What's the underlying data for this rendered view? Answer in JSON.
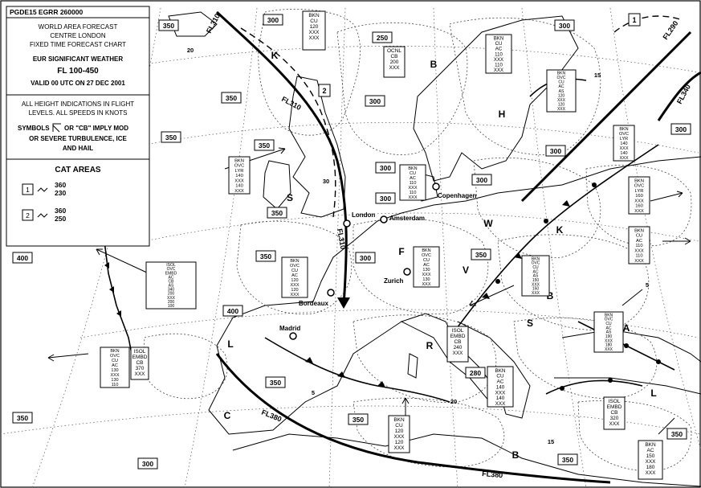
{
  "header": {
    "id": "PGDE15 EGRR 260000",
    "line1": "WORLD AREA FORECAST",
    "line2": "CENTRE LONDON",
    "line3": "FIXED TIME FORECAST CHART",
    "line4": "EUR SIGNIFICANT WEATHER",
    "line5": "FL 100-450",
    "line6": "VALID 00 UTC ON 27 DEC 2001"
  },
  "notes": {
    "n1": "ALL HEIGHT INDICATIONS IN FLIGHT",
    "n2": "LEVELS. ALL SPEEDS IN KNOTS",
    "s1": "SYMBOLS",
    "s2": "OR \"CB\" IMPLY MOD",
    "s3": "OR SEVERE TURBULENCE, ICE",
    "s4": "AND HAIL"
  },
  "cat": {
    "title": "CAT AREAS",
    "a1_id": "1",
    "a1_top": "360",
    "a1_bot": "230",
    "a2_id": "2",
    "a2_top": "360",
    "a2_bot": "250"
  },
  "tropopause": [
    "350",
    "300",
    "250",
    "300",
    "300",
    "350",
    "350",
    "350",
    "350",
    "300",
    "300",
    "300",
    "300",
    "300",
    "350",
    "300",
    "350",
    "400",
    "400",
    "350",
    "300",
    "350",
    "350",
    "350",
    "350",
    "280"
  ],
  "cat_markers": [
    "1",
    "2"
  ],
  "cities": {
    "london": "London",
    "amsterdam": "Amsterdam",
    "copenhagen": "Copenhagen",
    "zurich": "Zurich",
    "bordeaux": "Bordeaux",
    "madrid": "Madrid"
  },
  "jets": {
    "fl310_a": "FL310",
    "fl310_b": "FL310",
    "fl310_c": "FL310",
    "fl380_a": "FL380",
    "fl380_b": "FL380",
    "fl290": "FL290",
    "fl340": "FL340"
  },
  "pressure_letters": [
    "K",
    "B",
    "H",
    "S",
    "W",
    "K",
    "F",
    "V",
    "R",
    "L",
    "S",
    "A",
    "B",
    "L",
    "C",
    "B"
  ],
  "winds": [
    "20",
    "30",
    "15",
    "5",
    "5",
    "20",
    "15"
  ],
  "cloud_boxes": [
    [
      "BKN",
      "CU",
      "120",
      "XXX",
      "XXX"
    ],
    [
      "OCNL",
      "CB",
      "200",
      "XXX"
    ],
    [
      "BKN",
      "CU",
      "AC",
      "110",
      "XXX",
      "110",
      "XXX"
    ],
    [
      "BKN",
      "OVC",
      "CU",
      "AC",
      "AS",
      "120",
      "XXX",
      "120",
      "XXX"
    ],
    [
      "BKN",
      "OVC",
      "LYR",
      "140",
      "XXX",
      "140",
      "XXX"
    ],
    [
      "BKN",
      "OVC",
      "LYR",
      "140",
      "XXX",
      "140",
      "XXX"
    ],
    [
      "BKN",
      "CU",
      "AC",
      "110",
      "XXX",
      "110",
      "XXX"
    ],
    [
      "BKN",
      "OVC",
      "LYR",
      "160",
      "XXX",
      "160",
      "XXX"
    ],
    [
      "BKN",
      "CU",
      "AC",
      "110",
      "XXX",
      "110",
      "XXX"
    ],
    [
      "BKN",
      "OVC",
      "CU",
      "AC",
      "120",
      "XXX",
      "120",
      "XXX"
    ],
    [
      "BKN",
      "OVC",
      "CU",
      "AC",
      "130",
      "XXX",
      "130",
      "XXX"
    ],
    [
      "BKN",
      "OVC",
      "CU",
      "AC",
      "AS",
      "150",
      "XXX",
      "150",
      "XXX"
    ],
    [
      "ISOL",
      "OVC",
      "EMBD",
      "AC",
      "CB",
      "AS",
      "340",
      "200",
      "XXX",
      "200",
      "100"
    ],
    [
      "BKN",
      "OVC",
      "CU",
      "AC",
      "130",
      "XXX",
      "130",
      "110"
    ],
    [
      "ISOL",
      "EMBD",
      "CB",
      "370",
      "XXX"
    ],
    [
      "BKN",
      "OVC",
      "CU",
      "AC",
      "AS",
      "190",
      "XXX",
      "180",
      "XXX"
    ],
    [
      "ISOL",
      "EMBD",
      "CB",
      "240",
      "XXX"
    ],
    [
      "BKN",
      "CU",
      "AC",
      "140",
      "XXX",
      "140",
      "XXX"
    ],
    [
      "ISOL",
      "EMBD",
      "CB",
      "320",
      "XXX"
    ],
    [
      "BKN",
      "CU",
      "120",
      "XXX",
      "120",
      "XXX"
    ],
    [
      "BKN",
      "AC",
      "150",
      "XXX",
      "180",
      "XXX"
    ]
  ]
}
